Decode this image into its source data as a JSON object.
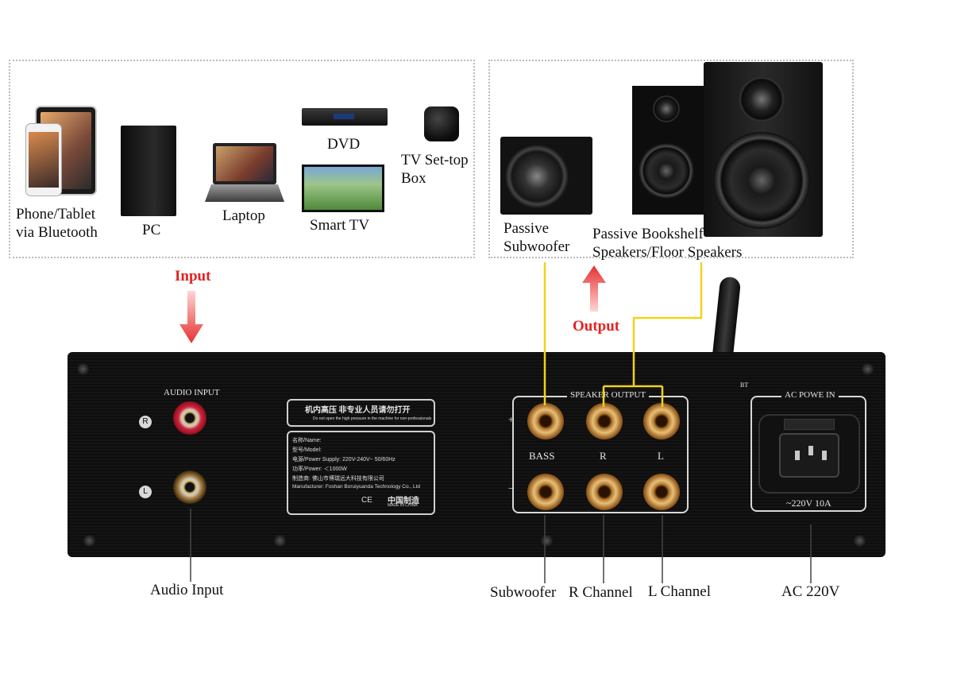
{
  "input_sources": {
    "phone_tablet": "Phone/Tablet\nvia Bluetooth",
    "pc": "PC",
    "laptop": "Laptop",
    "dvd": "DVD",
    "smart_tv": "Smart TV",
    "tv_box": "TV Set-top\nBox"
  },
  "output_devices": {
    "subwoofer": "Passive\nSubwoofer",
    "bookshelf": "Passive Bookshelf\nSpeakers/Floor Speakers"
  },
  "flow": {
    "input_label": "Input",
    "output_label": "Output",
    "arrow_color": "#e32222",
    "wire_color": "#f2d21a"
  },
  "panel": {
    "audio_input_title": "AUDIO INPUT",
    "jack_r": "R",
    "jack_l": "L",
    "warning": "机内高压 非专业人员请勿打开",
    "warning_sub": "Do not open the high pressure in the machine for non-professionals",
    "plate_name": "名称/Name:",
    "plate_model": "型号/Model:",
    "plate_supply": "电源/Power Supply:  220V-240V~ 50/60Hz",
    "plate_power": "功率/Power:   ＜1000W",
    "plate_maker": "制造商:  佛山市博瑞远大科技有限公司",
    "plate_manufacturer": "Manufacturer: Foshan Boruiyuanda Technology Co., Ltd",
    "plate_made": "中国制造",
    "plate_made_en": "MADE IN CHINA",
    "plate_ce": "CE",
    "speaker_output_title": "SPEAKER OUTPUT",
    "plus": "+",
    "minus": "−",
    "ch_bass": "BASS",
    "ch_r": "R",
    "ch_l": "L",
    "bt_mark": "BT",
    "ac_title": "AC POWE IN",
    "ac_rating": "~220V 10A"
  },
  "callouts": {
    "audio_input": "Audio Input",
    "subwoofer": "Subwoofer",
    "r_channel": "R Channel",
    "l_channel": "L Channel",
    "ac": "AC 220V"
  }
}
